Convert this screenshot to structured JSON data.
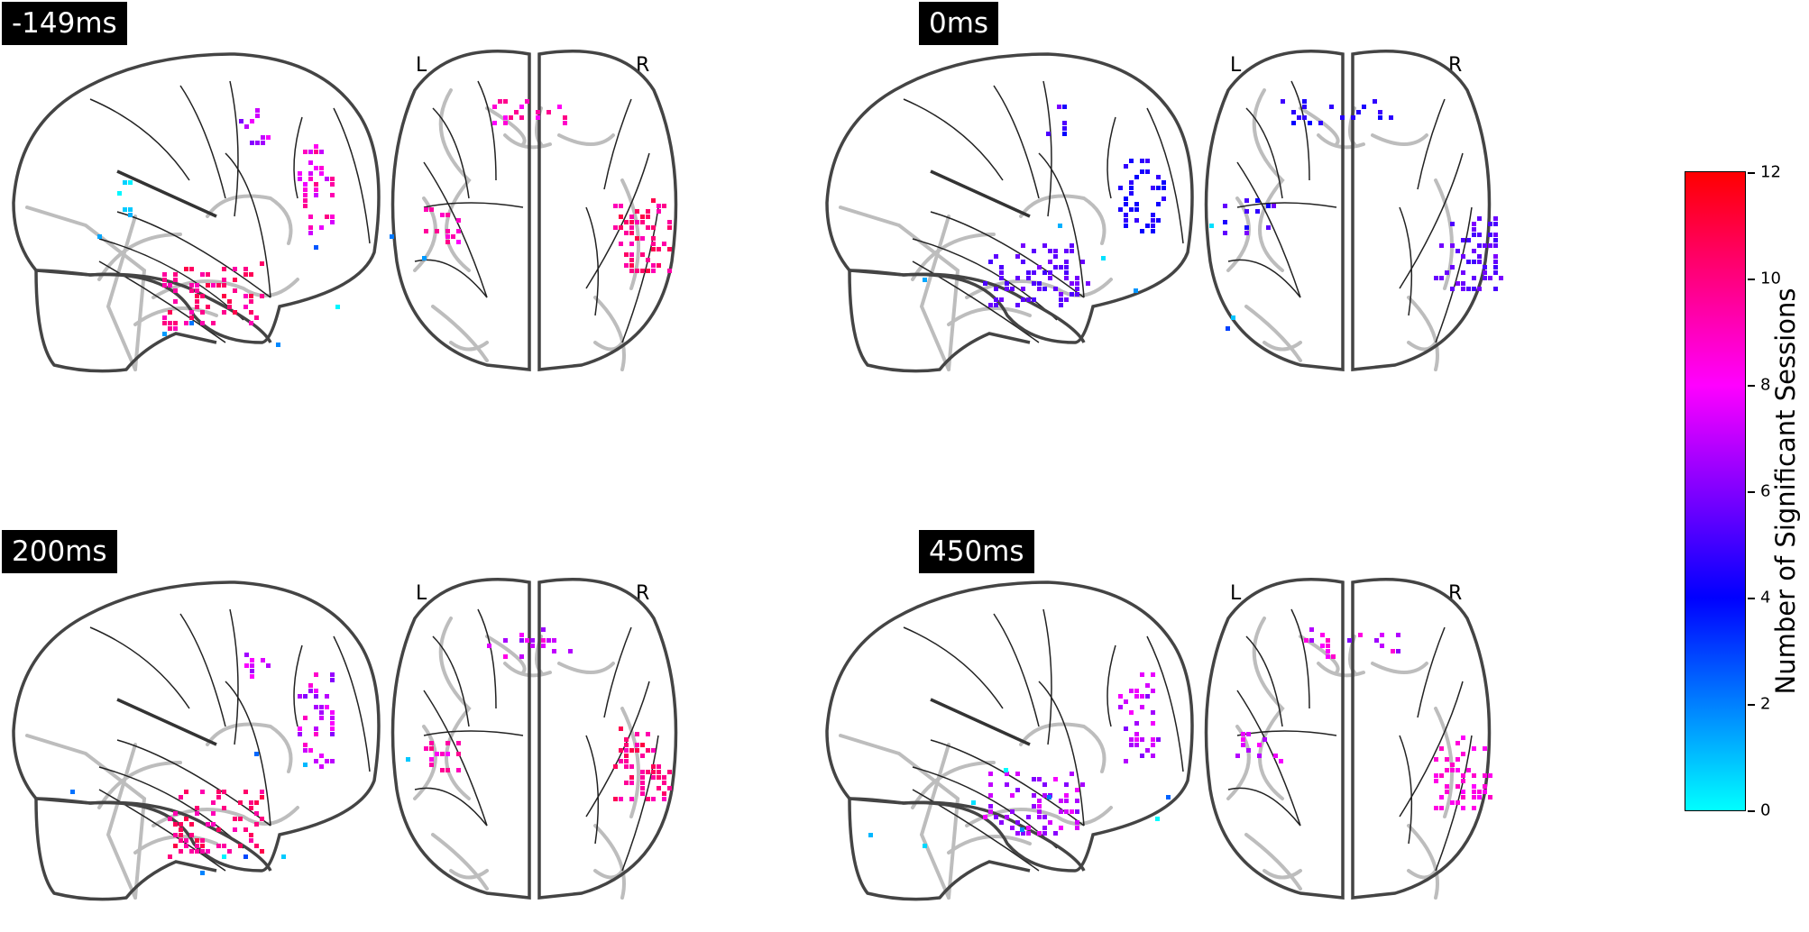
{
  "panels": [
    {
      "time_label": "-149ms",
      "left_label": "L",
      "right_label": "R"
    },
    {
      "time_label": "0ms",
      "left_label": "L",
      "right_label": "R"
    },
    {
      "time_label": "200ms",
      "left_label": "L",
      "right_label": "R"
    },
    {
      "time_label": "450ms",
      "left_label": "L",
      "right_label": "R"
    }
  ],
  "colorbar": {
    "title": "Number of Significant Sessions",
    "ticks": [
      "0",
      "2",
      "4",
      "6",
      "8",
      "10",
      "12"
    ],
    "range": [
      0,
      12
    ],
    "colormap": [
      "#00ffff",
      "#0080ff",
      "#0000ff",
      "#8000ff",
      "#ff00ff",
      "#ff0080",
      "#ff0000"
    ]
  }
}
